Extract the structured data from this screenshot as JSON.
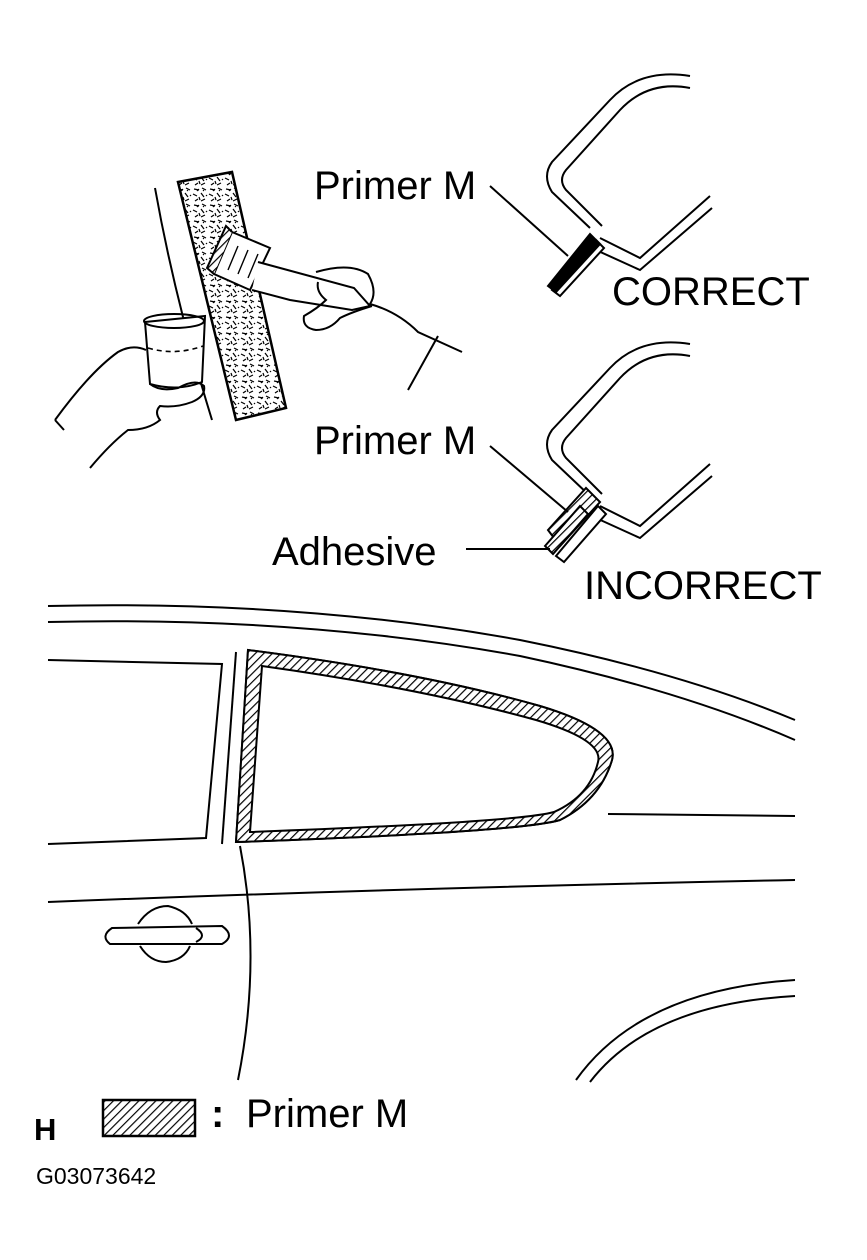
{
  "labels": {
    "primer_correct": "Primer M",
    "correct": "CORRECT",
    "primer_incorrect": "Primer M",
    "adhesive": "Adhesive",
    "incorrect": "INCORRECT"
  },
  "legend": {
    "section": "H",
    "colon": ":",
    "text": "Primer M"
  },
  "figure_code": "G03073642",
  "colors": {
    "line": "#000000",
    "background": "#ffffff"
  }
}
